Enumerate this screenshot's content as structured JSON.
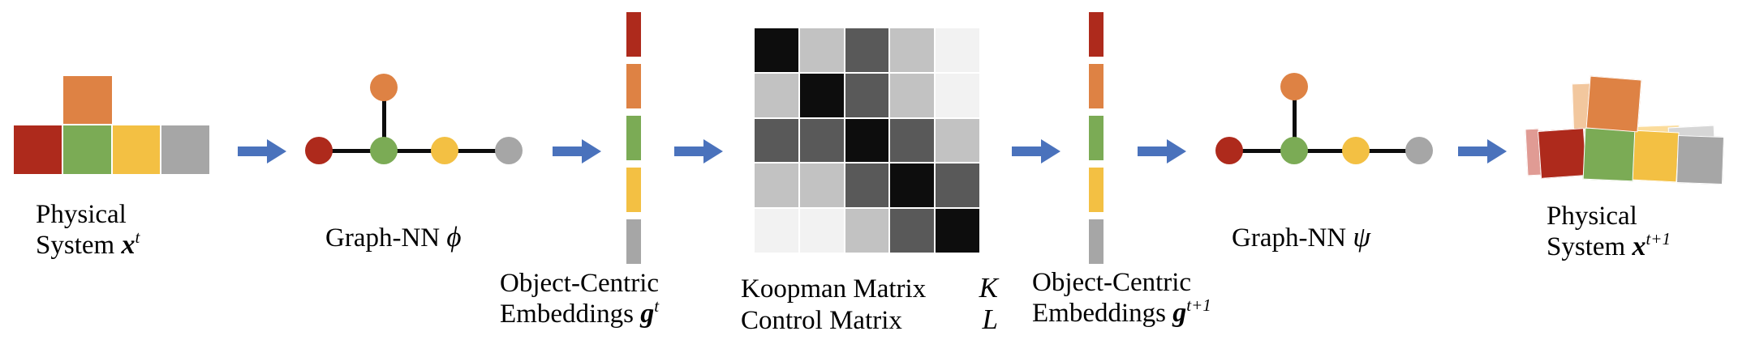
{
  "palette": {
    "red": "#ae2a1c",
    "orange": "#de8244",
    "green": "#7bab55",
    "yellow": "#f3c043",
    "gray": "#a6a6a6",
    "arrow_blue": "#4a72bc",
    "edge_black": "#0d0d0d",
    "ghost_red": "#e09b94",
    "ghost_orange": "#f2c79e",
    "ghost_yellow": "#fbdc9b",
    "ghost_gray": "#d6d6d6",
    "matrix_black": "#0d0d0d",
    "matrix_dark": "#595959",
    "matrix_light": "#c2c2c2",
    "matrix_vlight": "#f2f2f2"
  },
  "labels": {
    "physical_t": {
      "line1": "Physical",
      "line2": "System",
      "var": "x",
      "sup": "t"
    },
    "graph_phi": {
      "text": "Graph-NN",
      "var": "ϕ"
    },
    "embeddings_t": {
      "line1": "Object-Centric",
      "line2": "Embeddings",
      "var": "g",
      "sup": "t"
    },
    "koopman": {
      "line1": "Koopman Matrix",
      "var1": "K",
      "line2": "Control Matrix",
      "var2": "L"
    },
    "embeddings_t1": {
      "line1": "Object-Centric",
      "line2": "Embeddings",
      "var": "g",
      "sup": "t+1"
    },
    "graph_psi": {
      "text": "Graph-NN",
      "var": "ψ"
    },
    "physical_t1": {
      "line1": "Physical",
      "line2": "System",
      "var": "x",
      "sup": "t+1"
    }
  },
  "embeddings": {
    "bar_colors": [
      "red",
      "orange",
      "green",
      "yellow",
      "gray"
    ]
  },
  "graph": {
    "row_node_colors": [
      "red",
      "green",
      "yellow",
      "gray"
    ],
    "top_node_color": "orange",
    "top_node_attached_to": "green"
  },
  "blocks": {
    "row_colors": [
      "red",
      "green",
      "yellow",
      "gray"
    ],
    "top_color": "orange"
  },
  "koopman_matrix": {
    "rows": 5,
    "cols": 5,
    "cells": [
      [
        "black",
        "light",
        "dark",
        "light",
        "vlight"
      ],
      [
        "light",
        "black",
        "dark",
        "light",
        "vlight"
      ],
      [
        "dark",
        "dark",
        "black",
        "dark",
        "light"
      ],
      [
        "light",
        "light",
        "dark",
        "black",
        "dark"
      ],
      [
        "vlight",
        "vlight",
        "light",
        "dark",
        "black"
      ]
    ]
  }
}
